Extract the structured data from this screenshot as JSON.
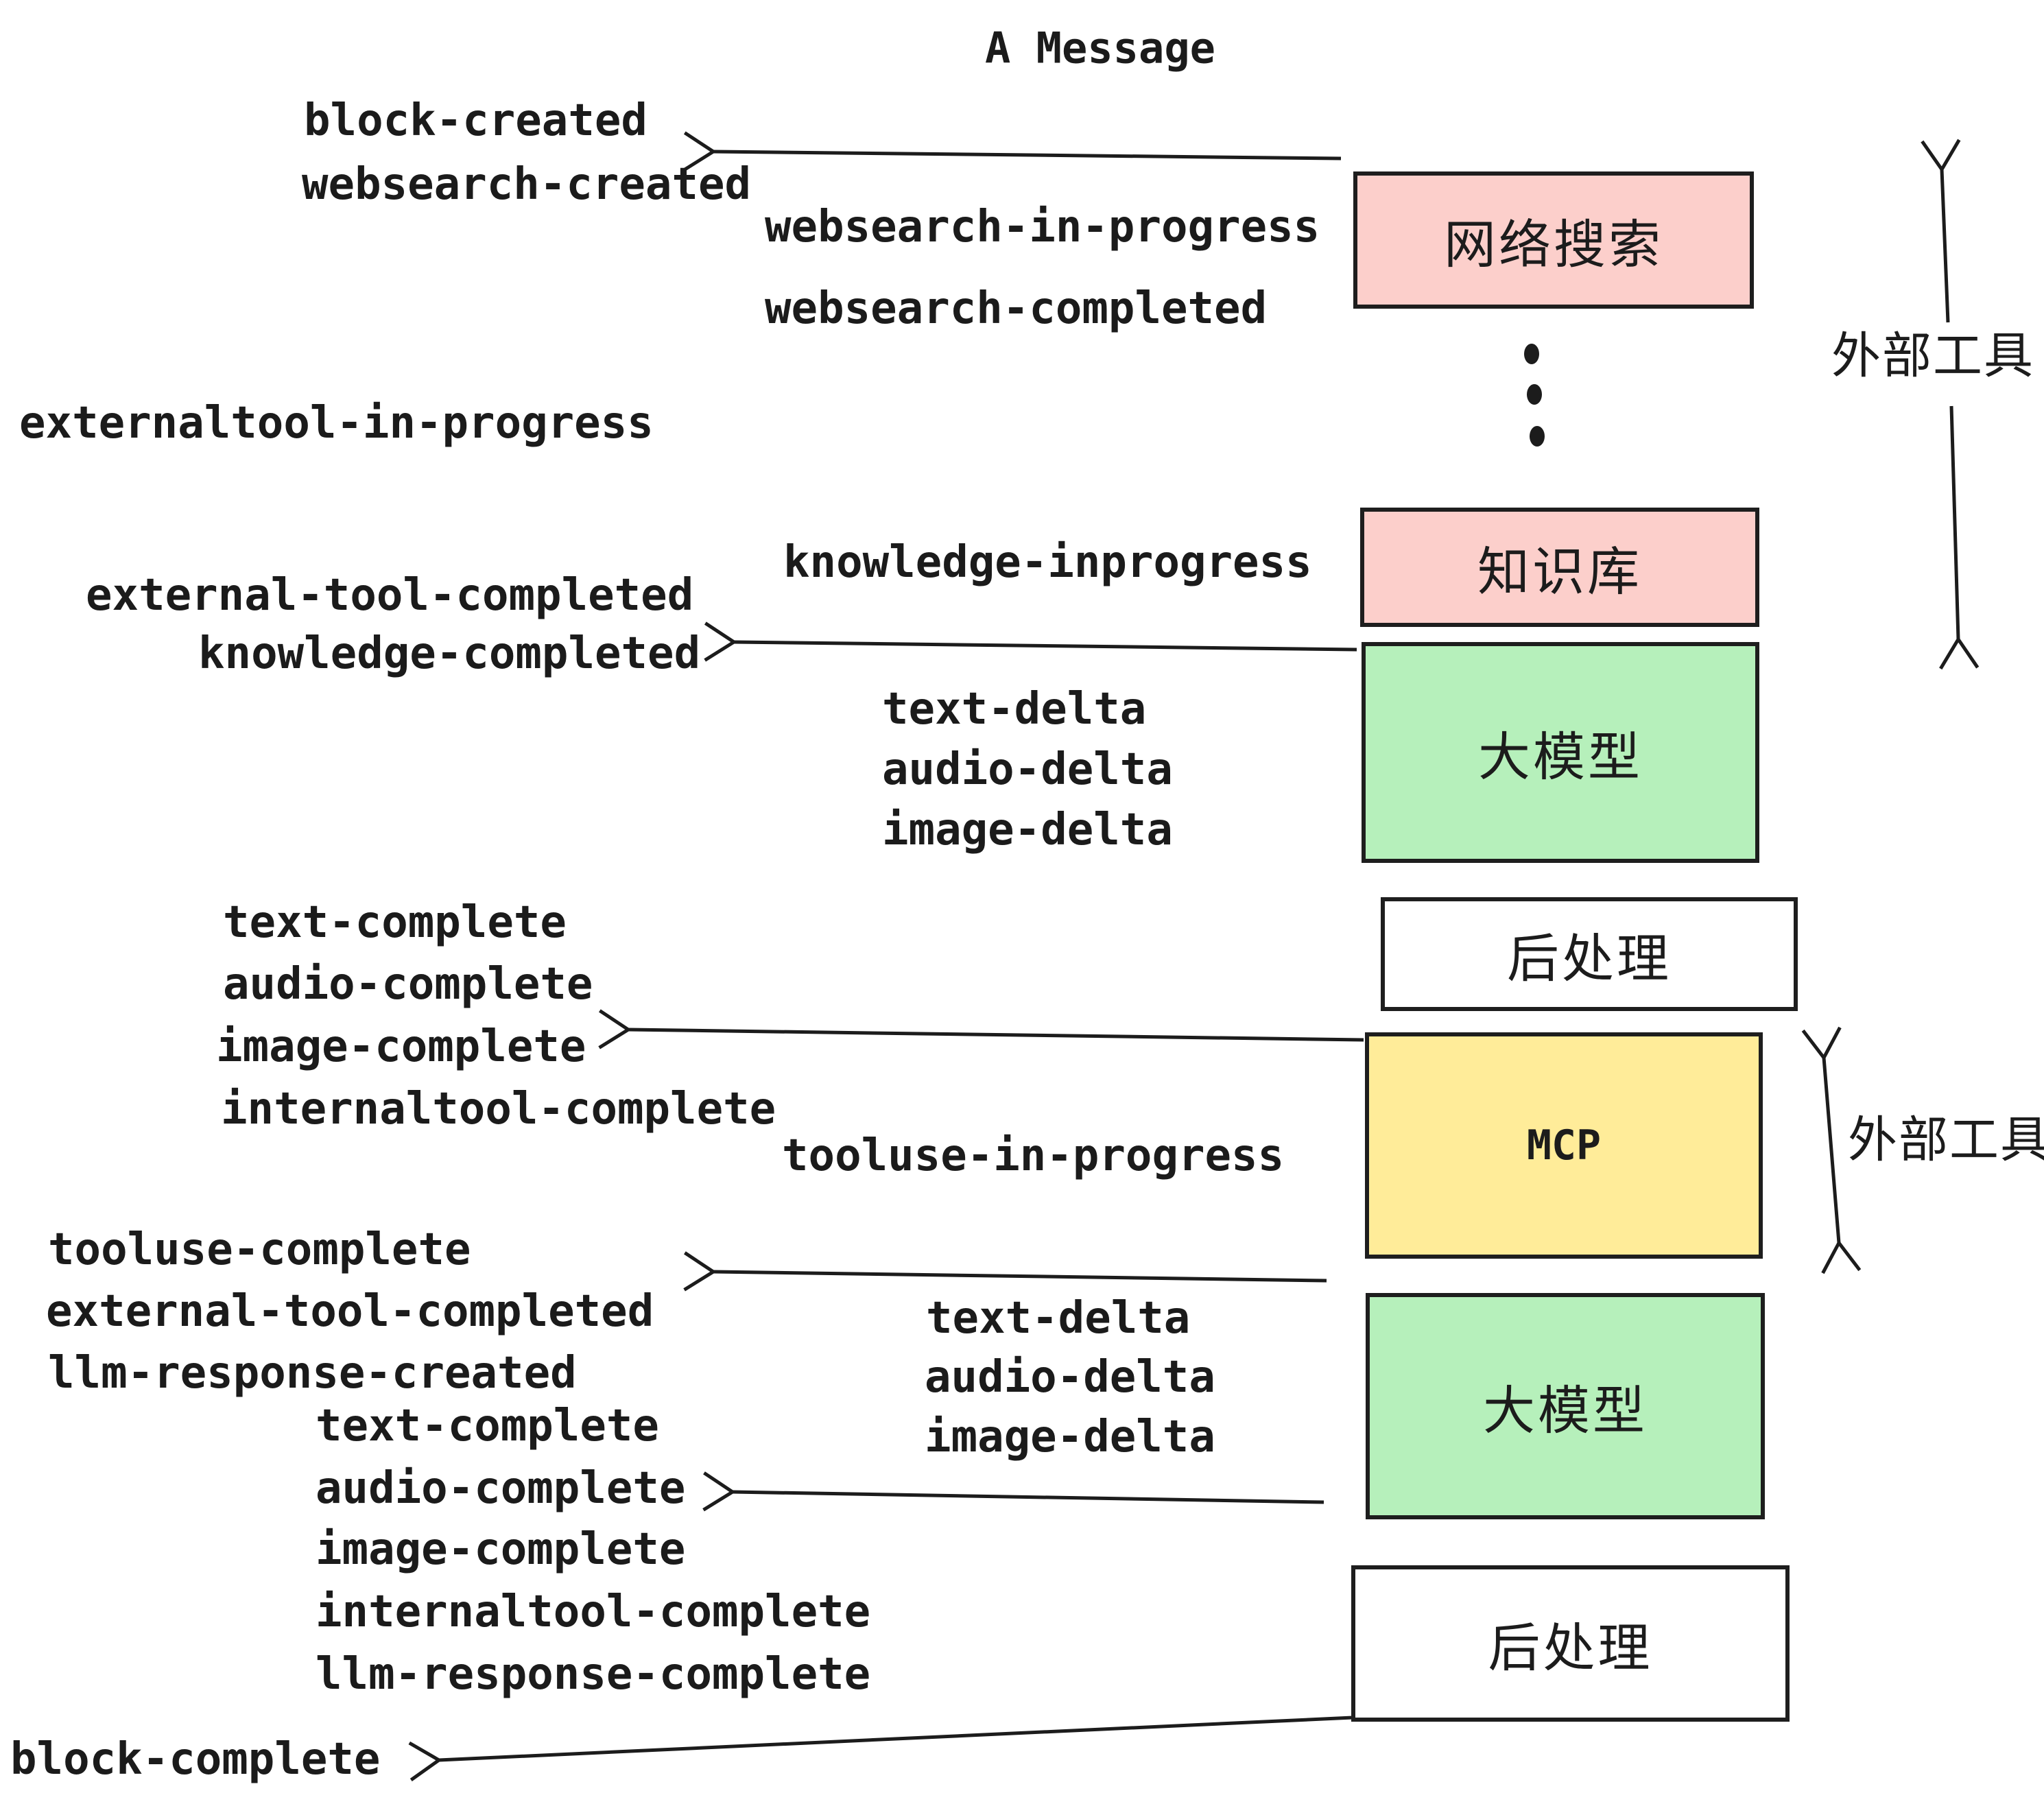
{
  "title": "A Message",
  "colors": {
    "pink": "#fccfcb",
    "green": "#b6f0bb",
    "yellow": "#ffec99",
    "white": "#ffffff",
    "stroke": "#1e1e1e",
    "ink": "#1b1b1b"
  },
  "boxes": [
    {
      "id": "websearch",
      "label": "网络搜索",
      "fill": "#fccfcb"
    },
    {
      "id": "knowledge",
      "label": "知识库",
      "fill": "#fccfcb"
    },
    {
      "id": "llm-1",
      "label": "大模型",
      "fill": "#b6f0bb"
    },
    {
      "id": "postprocess-1",
      "label": "后处理",
      "fill": "#ffffff"
    },
    {
      "id": "mcp",
      "label": "MCP",
      "fill": "#ffec99"
    },
    {
      "id": "llm-2",
      "label": "大模型",
      "fill": "#b6f0bb"
    },
    {
      "id": "postprocess-2",
      "label": "后处理",
      "fill": "#ffffff"
    }
  ],
  "side_labels": [
    {
      "text": "外部工具"
    },
    {
      "text": "外部工具"
    }
  ],
  "events": [
    {
      "text": "block-created"
    },
    {
      "text": "websearch-created"
    },
    {
      "text": "websearch-in-progress"
    },
    {
      "text": "websearch-completed"
    },
    {
      "text": "externaltool-in-progress"
    },
    {
      "text": "knowledge-inprogress"
    },
    {
      "text": "external-tool-completed"
    },
    {
      "text": "knowledge-completed"
    },
    {
      "text": "text-delta"
    },
    {
      "text": "audio-delta"
    },
    {
      "text": "image-delta"
    },
    {
      "text": "text-complete"
    },
    {
      "text": "audio-complete"
    },
    {
      "text": "image-complete"
    },
    {
      "text": "internaltool-complete"
    },
    {
      "text": "tooluse-in-progress"
    },
    {
      "text": "tooluse-complete"
    },
    {
      "text": "external-tool-completed"
    },
    {
      "text": "llm-response-created"
    },
    {
      "text": "text-delta"
    },
    {
      "text": "audio-delta"
    },
    {
      "text": "image-delta"
    },
    {
      "text": "text-complete"
    },
    {
      "text": "audio-complete"
    },
    {
      "text": "image-complete"
    },
    {
      "text": "internaltool-complete"
    },
    {
      "text": "llm-response-complete"
    },
    {
      "text": "block-complete"
    }
  ]
}
